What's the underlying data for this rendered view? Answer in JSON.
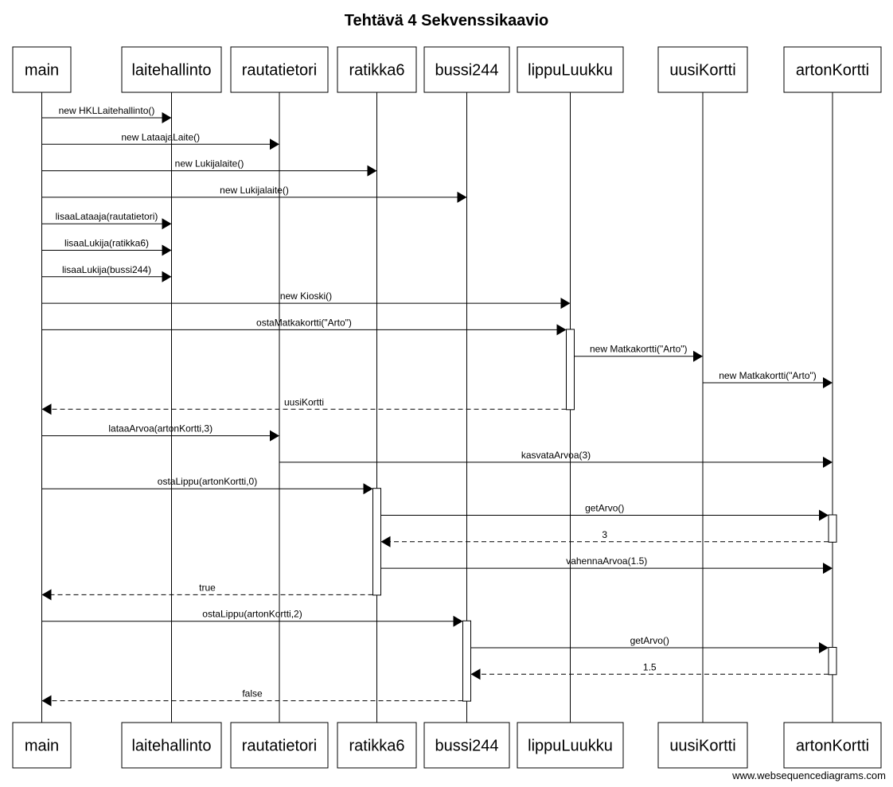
{
  "title": "Tehtävä 4 Sekvenssikaavio",
  "watermark": "www.websequencediagrams.com",
  "participants": [
    "main",
    "laitehallinto",
    "rautatietori",
    "ratikka6",
    "bussi244",
    "lippuLuukku",
    "uusiKortti",
    "artonKortti"
  ],
  "messages": [
    {
      "from": "main",
      "to": "laitehallinto",
      "label": "new HKLLaitehallinto()",
      "kind": "call"
    },
    {
      "from": "main",
      "to": "rautatietori",
      "label": "new LataajaLaite()",
      "kind": "call"
    },
    {
      "from": "main",
      "to": "ratikka6",
      "label": "new Lukijalaite()",
      "kind": "call"
    },
    {
      "from": "main",
      "to": "bussi244",
      "label": "new Lukijalaite()",
      "kind": "call"
    },
    {
      "from": "main",
      "to": "laitehallinto",
      "label": "lisaaLataaja(rautatietori)",
      "kind": "call"
    },
    {
      "from": "main",
      "to": "laitehallinto",
      "label": "lisaaLukija(ratikka6)",
      "kind": "call"
    },
    {
      "from": "main",
      "to": "laitehallinto",
      "label": "lisaaLukija(bussi244)",
      "kind": "call"
    },
    {
      "from": "main",
      "to": "lippuLuukku",
      "label": "new Kioski()",
      "kind": "call"
    },
    {
      "from": "main",
      "to": "lippuLuukku",
      "label": "ostaMatkakortti(\"Arto\")",
      "kind": "call"
    },
    {
      "from": "lippuLuukku",
      "to": "uusiKortti",
      "label": "new Matkakortti(\"Arto\")",
      "kind": "call"
    },
    {
      "from": "uusiKortti",
      "to": "artonKortti",
      "label": "new Matkakortti(\"Arto\")",
      "kind": "call"
    },
    {
      "from": "lippuLuukku",
      "to": "main",
      "label": "uusiKortti",
      "kind": "return"
    },
    {
      "from": "main",
      "to": "rautatietori",
      "label": "lataaArvoa(artonKortti,3)",
      "kind": "call"
    },
    {
      "from": "rautatietori",
      "to": "artonKortti",
      "label": "kasvataArvoa(3)",
      "kind": "call"
    },
    {
      "from": "main",
      "to": "ratikka6",
      "label": "ostaLippu(artonKortti,0)",
      "kind": "call"
    },
    {
      "from": "ratikka6",
      "to": "artonKortti",
      "label": "getArvo()",
      "kind": "call"
    },
    {
      "from": "artonKortti",
      "to": "ratikka6",
      "label": "3",
      "kind": "return"
    },
    {
      "from": "ratikka6",
      "to": "artonKortti",
      "label": "vahennaArvoa(1.5)",
      "kind": "call"
    },
    {
      "from": "ratikka6",
      "to": "main",
      "label": "true",
      "kind": "return"
    },
    {
      "from": "main",
      "to": "bussi244",
      "label": "ostaLippu(artonKortti,2)",
      "kind": "call"
    },
    {
      "from": "bussi244",
      "to": "artonKortti",
      "label": "getArvo()",
      "kind": "call"
    },
    {
      "from": "artonKortti",
      "to": "bussi244",
      "label": "1.5",
      "kind": "return"
    },
    {
      "from": "bussi244",
      "to": "main",
      "label": "false",
      "kind": "return"
    }
  ],
  "activations": [
    {
      "participant": "lippuLuukku",
      "from_message": 8,
      "to_message": 11
    },
    {
      "participant": "ratikka6",
      "from_message": 14,
      "to_message": 18
    },
    {
      "participant": "artonKortti",
      "from_message": 15,
      "to_message": 16
    },
    {
      "participant": "bussi244",
      "from_message": 19,
      "to_message": 22
    },
    {
      "participant": "artonKortti",
      "from_message": 20,
      "to_message": 21
    }
  ]
}
